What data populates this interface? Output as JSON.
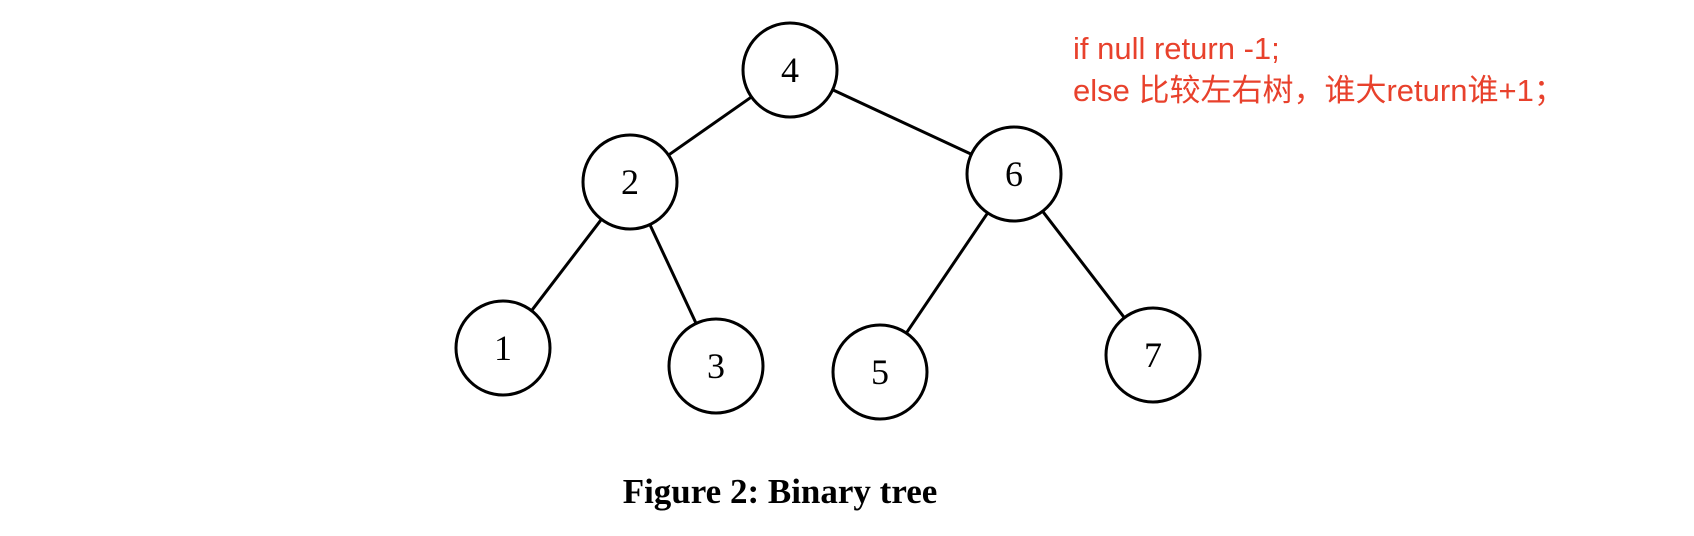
{
  "tree": {
    "nodes": [
      {
        "id": "n4",
        "label": "4"
      },
      {
        "id": "n2",
        "label": "2"
      },
      {
        "id": "n6",
        "label": "6"
      },
      {
        "id": "n1",
        "label": "1"
      },
      {
        "id": "n3",
        "label": "3"
      },
      {
        "id": "n5",
        "label": "5"
      },
      {
        "id": "n7",
        "label": "7"
      }
    ],
    "edges": [
      {
        "from": "n4",
        "to": "n2"
      },
      {
        "from": "n4",
        "to": "n6"
      },
      {
        "from": "n2",
        "to": "n1"
      },
      {
        "from": "n2",
        "to": "n3"
      },
      {
        "from": "n6",
        "to": "n5"
      },
      {
        "from": "n6",
        "to": "n7"
      }
    ]
  },
  "annotation": {
    "line1": "if null return -1;",
    "line2": "else 比较左右树，谁大return谁+1；",
    "color": "#e8412c"
  },
  "caption": "Figure 2: Binary tree"
}
